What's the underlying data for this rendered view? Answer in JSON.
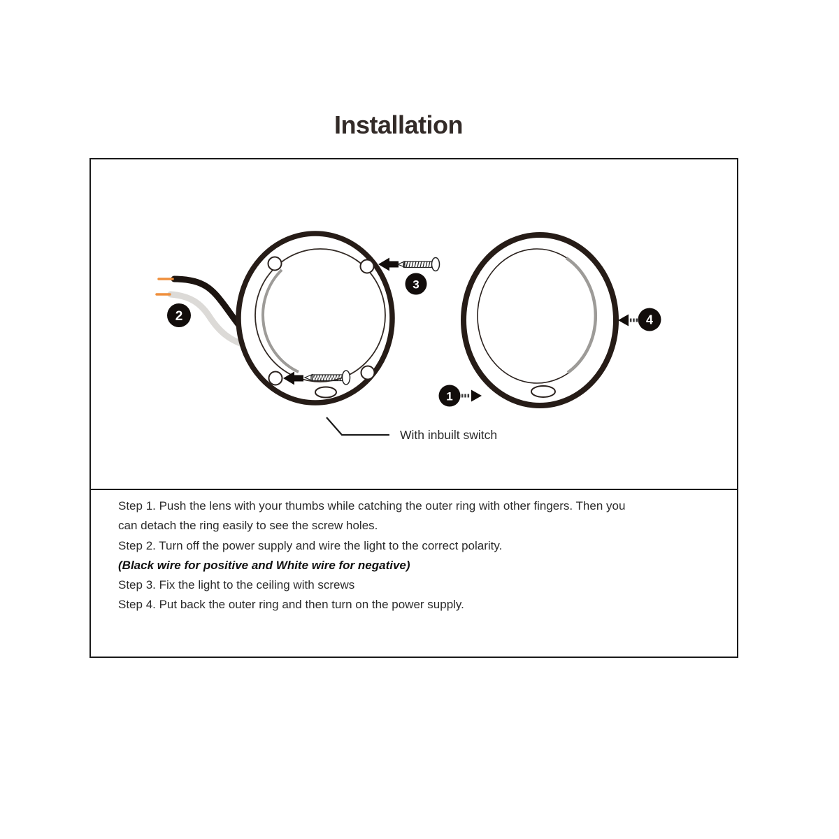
{
  "title": "Installation",
  "diagram": {
    "callout_label": "With inbuilt switch",
    "badges": {
      "b1": "1",
      "b2": "2",
      "b3": "3",
      "b4": "4"
    },
    "colors": {
      "ring": "#261c17",
      "badge": "#120d0b",
      "wire_black": "#1c1410",
      "wire_white": "#dcdad7",
      "wire_tip": "#ef8f3c",
      "lens_shade": "#9d9b98"
    }
  },
  "steps": [
    {
      "text": "Step 1. Push the lens with your thumbs while catching the outer ring with other fingers. Then you"
    },
    {
      "text": "can detach the ring easily to see the screw holes."
    },
    {
      "text": "Step 2. Turn off the power supply and wire the light to the correct polarity."
    },
    {
      "text": "(Black wire for positive and White wire for negative)"
    },
    {
      "text": "Step 3. Fix the light to the ceiling with screws"
    },
    {
      "text": "Step 4. Put back the outer ring and then turn on the power supply."
    }
  ]
}
